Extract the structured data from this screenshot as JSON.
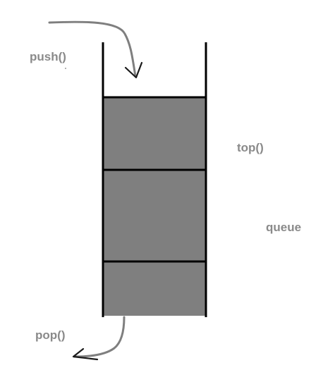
{
  "labels": {
    "push": "push()",
    "top": "top()",
    "queue": "queue",
    "pop": "pop()"
  },
  "queue": {
    "element_count": 3
  },
  "colors": {
    "background": "#ffffff",
    "element_fill": "#7f7f7f",
    "outline": "#000000",
    "arrow": "#7f7f7f",
    "label_text": "#8a8a8a"
  }
}
